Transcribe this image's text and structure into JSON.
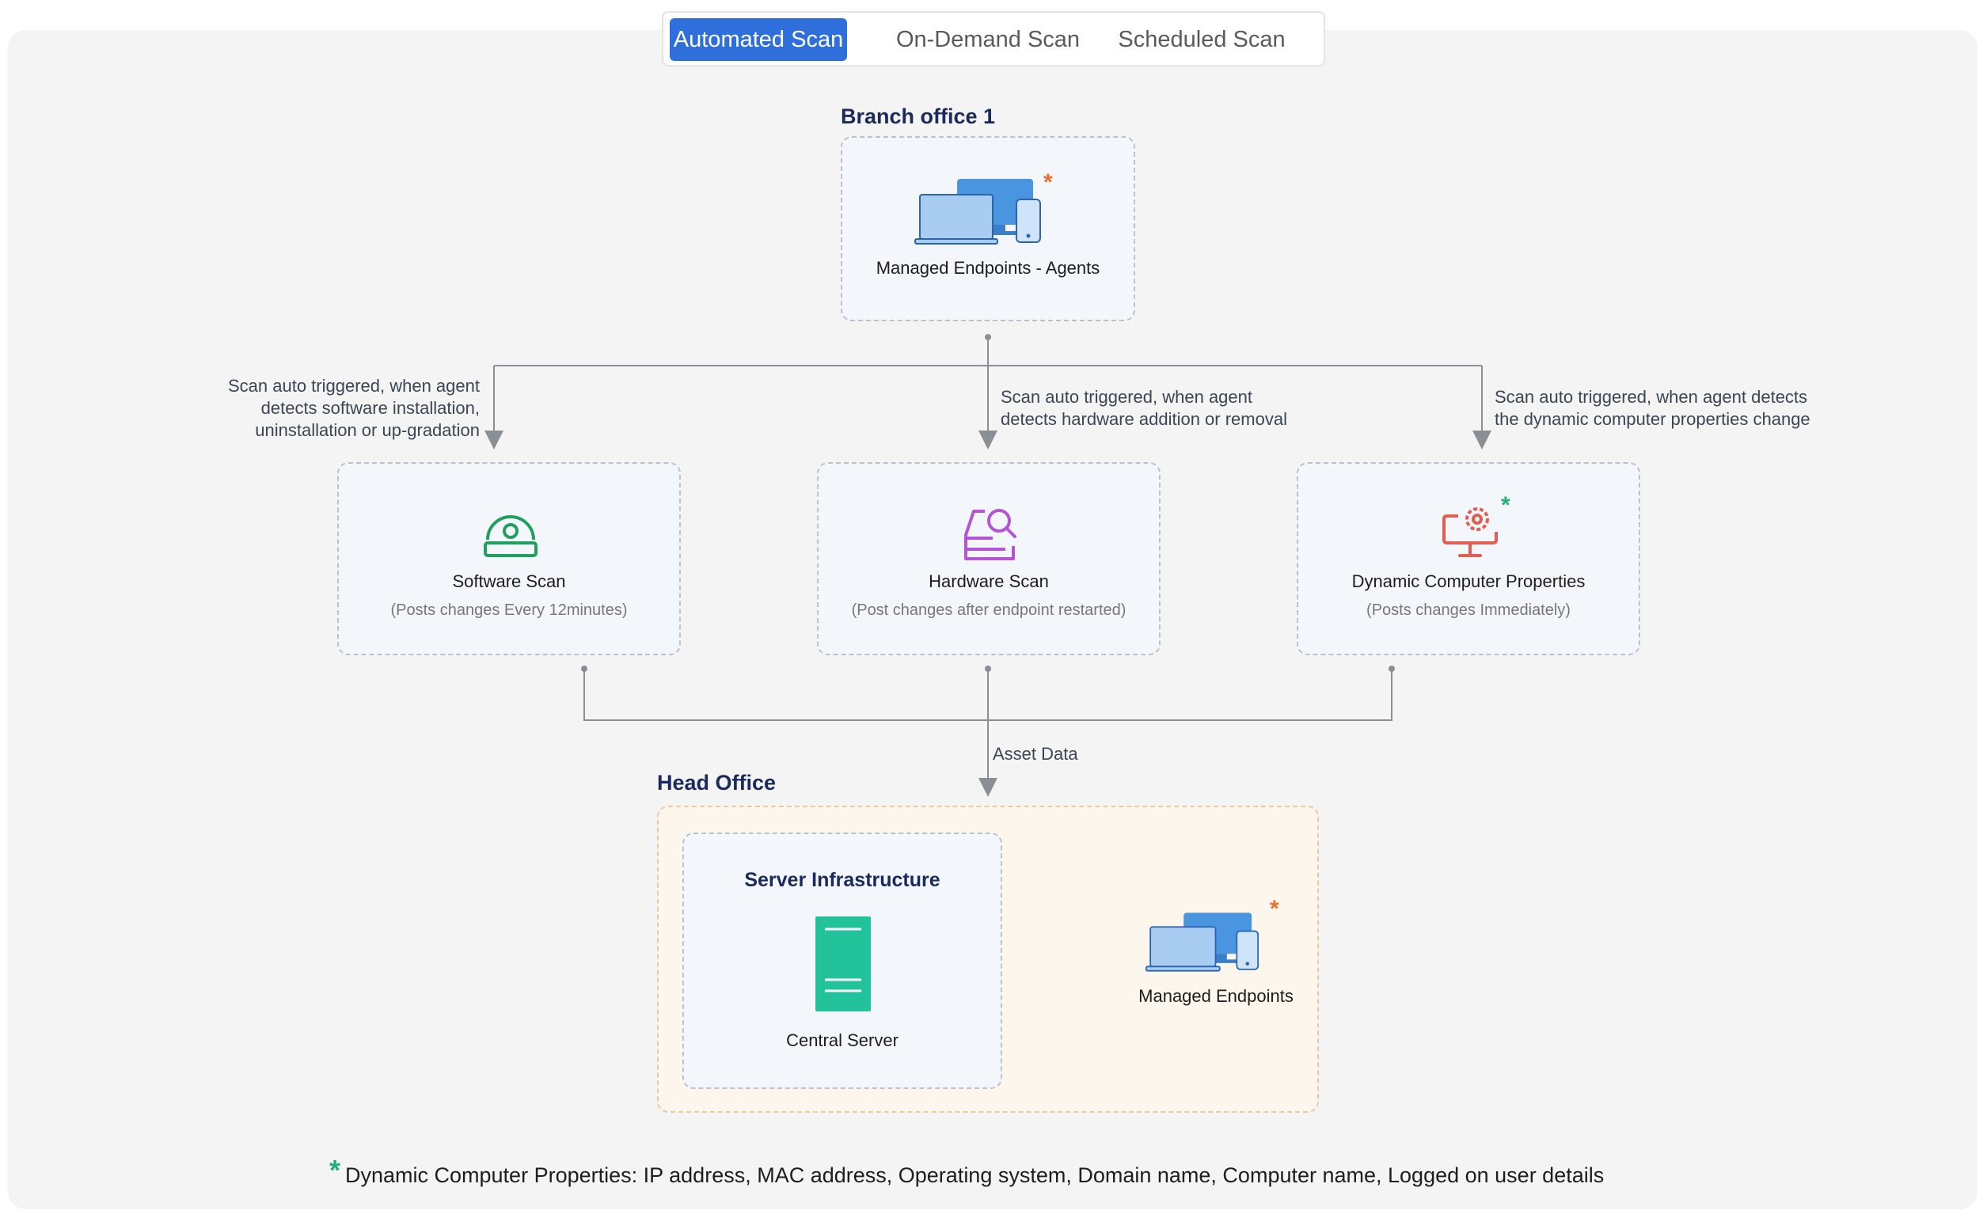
{
  "tabs": [
    {
      "label": "Automated Scan",
      "active": true
    },
    {
      "label": "On-Demand Scan",
      "active": false
    },
    {
      "label": "Scheduled Scan",
      "active": false
    }
  ],
  "branch_office": {
    "title": "Branch office 1",
    "endpoint_label": "Managed Endpoints - Agents",
    "asterisk": "*"
  },
  "triggers": {
    "software": [
      "Scan auto triggered, when agent",
      "detects software installation,",
      "uninstallation or up-gradation"
    ],
    "hardware": [
      "Scan auto triggered, when agent",
      "detects hardware addition or removal"
    ],
    "dynamic": [
      "Scan auto triggered, when agent detects",
      "the dynamic computer properties change"
    ]
  },
  "scans": {
    "software": {
      "title": "Software Scan",
      "subtitle": "(Posts changes Every 12minutes)"
    },
    "hardware": {
      "title": "Hardware Scan",
      "subtitle": "(Post changes after endpoint restarted)"
    },
    "dynamic": {
      "title": "Dynamic Computer Properties",
      "subtitle": "(Posts changes Immediately)",
      "asterisk": "*"
    }
  },
  "flow_label": "Asset Data",
  "head_office": {
    "title": "Head Office",
    "server_infra_title": "Server Infrastructure",
    "central_server_label": "Central Server",
    "endpoints_label": "Managed Endpoints",
    "asterisk": "*"
  },
  "footnote": {
    "marker": "*",
    "text": "Dynamic Computer Properties: IP address, MAC address, Operating system, Domain name, Computer name, Logged on user details"
  },
  "colors": {
    "active_tab": "#2f6fdc",
    "title_navy": "#1b2a5c",
    "software_icon": "#20a05c",
    "hardware_icon": "#b654d6",
    "dynamic_icon": "#e05f52",
    "server_green": "#22c39a",
    "asterisk_orange": "#e8712a",
    "asterisk_green": "#22b07a"
  }
}
